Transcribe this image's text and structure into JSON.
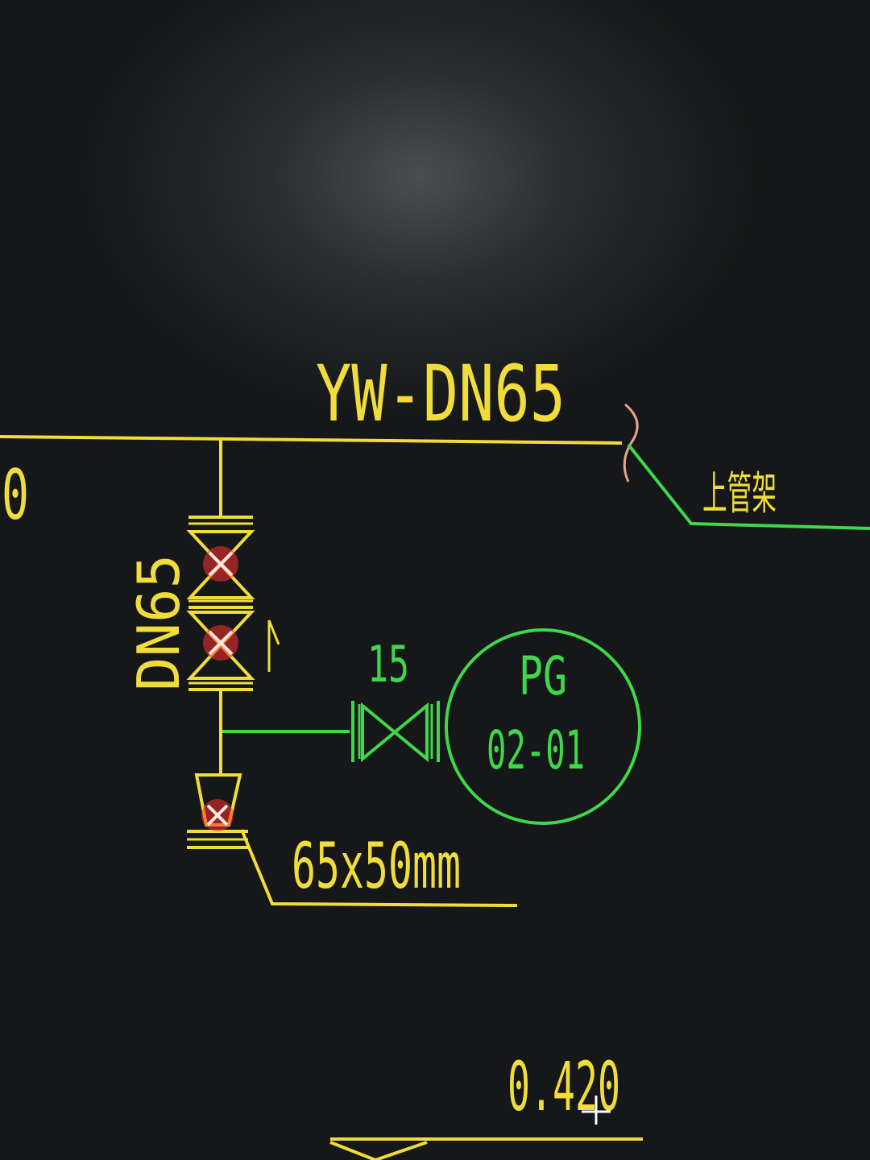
{
  "drawing": {
    "main_pipe_label": "YW-DN65",
    "left_edge_label": "0",
    "pipe_rack_label": "上管架",
    "branch_size_label": "DN65",
    "valve_size_label": "15",
    "gauge_tag": {
      "type": "PG",
      "number": "02-01"
    },
    "reducer_label": "65x50mm",
    "elevation_label": "0.420"
  },
  "colors": {
    "background": "#141617",
    "pipe_yellow": "#f0dc3a",
    "instrument_green": "#3ed84a",
    "break_symbol": "#e8a58a",
    "selected_red": "#ff3030",
    "cursor": "#ffffff"
  }
}
